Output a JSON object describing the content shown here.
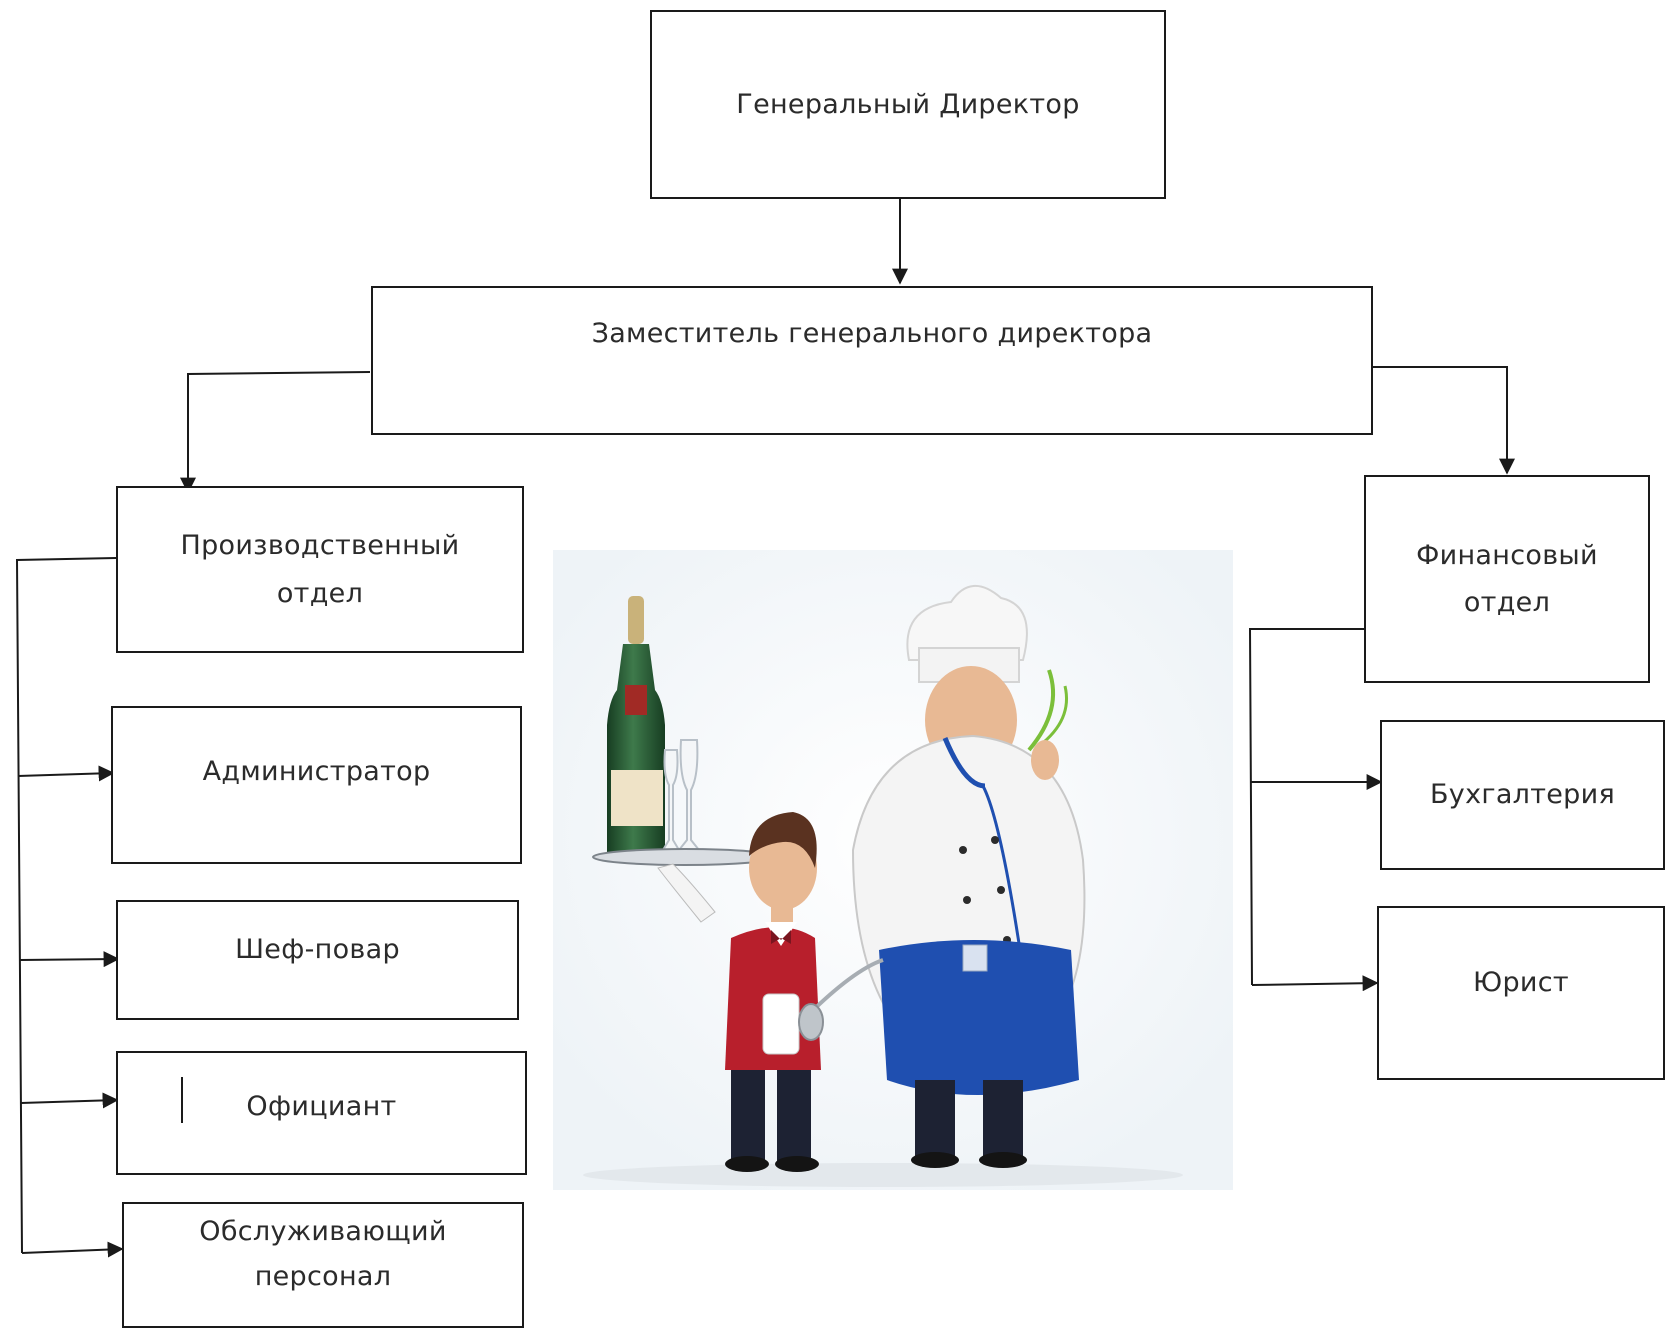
{
  "diagram": {
    "general_director": "Генеральный Директор",
    "deputy_director": "Заместитель генерального директора",
    "production_dept": "Производственный отдел",
    "finance_dept": "Финансовый отдел",
    "production_children": {
      "administrator": "Администратор",
      "chef": "Шеф-повар",
      "waiter": "Официант",
      "service_staff": "Обслуживающий персонал"
    },
    "finance_children": {
      "accounting": "Бухгалтерия",
      "lawyer": "Юрист"
    }
  },
  "illustration": {
    "subject": "waiter-and-chef-cartoon",
    "colors": {
      "waiter_vest": "#b81f2c",
      "chef_apron": "#1f4fb0",
      "bottle": "#23502e"
    }
  }
}
